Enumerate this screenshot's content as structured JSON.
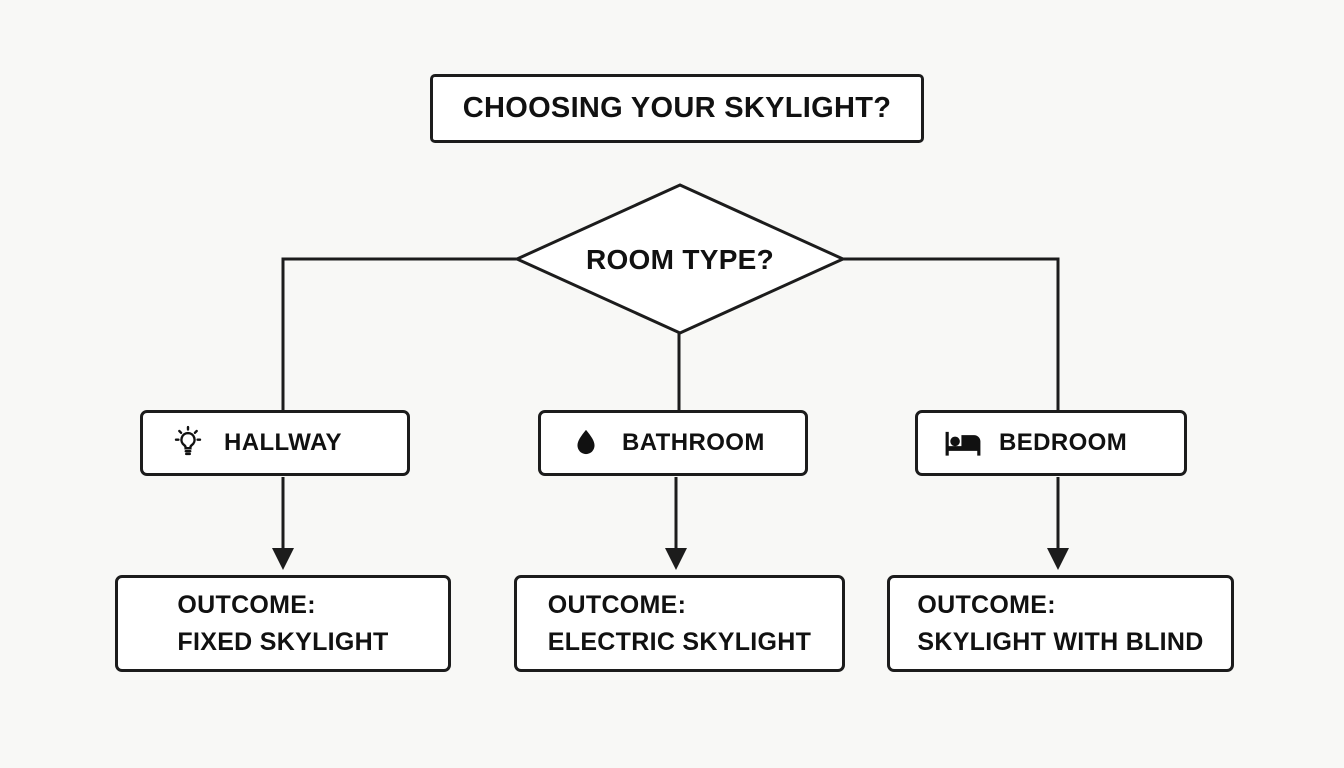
{
  "title": "CHOOSING YOUR SKYLIGHT?",
  "decision": {
    "label": "ROOM TYPE?"
  },
  "branches": [
    {
      "icon": "lightbulb-icon",
      "label": "HALLWAY",
      "outcome_prefix": "OUTCOME:",
      "outcome": "FIXED SKYLIGHT"
    },
    {
      "icon": "water-drop-icon",
      "label": "BATHROOM",
      "outcome_prefix": "OUTCOME:",
      "outcome": "ELECTRIC SKYLIGHT"
    },
    {
      "icon": "bed-icon",
      "label": "BEDROOM",
      "outcome_prefix": "OUTCOME:",
      "outcome": "SKYLIGHT WITH BLIND"
    }
  ],
  "colors": {
    "background": "#f8f8f6",
    "box_background": "#ffffff",
    "border": "#1c1c1c",
    "text": "#111111"
  }
}
